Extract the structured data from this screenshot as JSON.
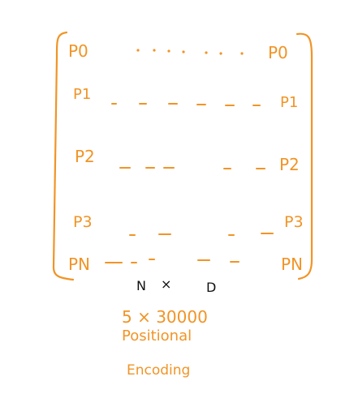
{
  "matrix": {
    "rows": [
      {
        "left": "P0",
        "right": "P0"
      },
      {
        "left": "P1",
        "right": "P1"
      },
      {
        "left": "P2",
        "right": "P2"
      },
      {
        "left": "P3",
        "right": "P3"
      },
      {
        "left": "PN",
        "right": "PN"
      }
    ]
  },
  "dims": {
    "n": "N",
    "x": "×",
    "d": "D"
  },
  "caption": {
    "size": "5 × 30000",
    "line1": "Positional",
    "line2": "Encoding"
  },
  "colors": {
    "ink_orange": "#f19426",
    "ink_black": "#111111"
  }
}
